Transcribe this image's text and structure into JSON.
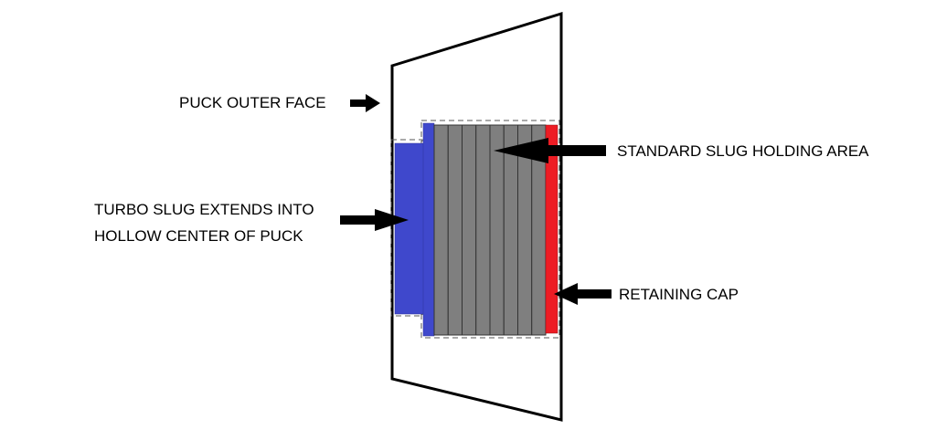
{
  "labels": {
    "outer_face": "PUCK OUTER FACE",
    "standard_area": "STANDARD SLUG HOLDING AREA",
    "turbo_line1": "TURBO SLUG EXTENDS INTO",
    "turbo_line2": "HOLLOW CENTER OF PUCK",
    "retaining_cap": "RETAINING CAP"
  },
  "colors": {
    "turbo_slug": "#3f48cc",
    "standard_slugs": "#7f7f7f",
    "retaining_cap": "#ed1c24"
  },
  "standard_slug_count": 8
}
